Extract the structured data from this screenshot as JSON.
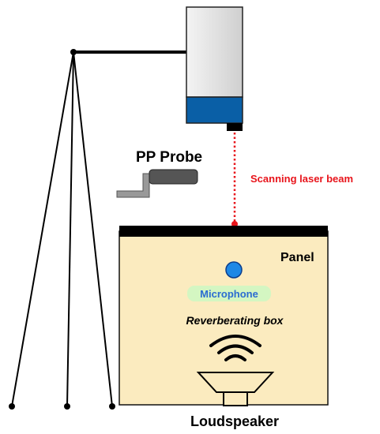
{
  "labels": {
    "pp_probe": "PP Probe",
    "laser": "Scanning laser beam",
    "panel": "Panel",
    "microphone": "Microphone",
    "box": "Reverberating box",
    "loudspeaker": "Loudspeaker"
  },
  "colors": {
    "laser": "#e8141b",
    "box_fill": "#fbebbf",
    "panel_bar": "#000000",
    "mic_fill": "#1e88e5",
    "mic_label": "#2b6cd1",
    "mic_glow": "#cff7c2",
    "scanner_body": "#dcdcdc",
    "scanner_base": "#0a5fa6",
    "probe_fill": "#555555",
    "probe_bracket": "#999999"
  },
  "icons": {
    "tripod": "tripod-icon",
    "scanner": "laser-scanner-icon",
    "probe": "pp-probe-icon",
    "microphone": "microphone-icon",
    "sound_waves": "sound-waves-icon",
    "loudspeaker": "loudspeaker-icon"
  }
}
